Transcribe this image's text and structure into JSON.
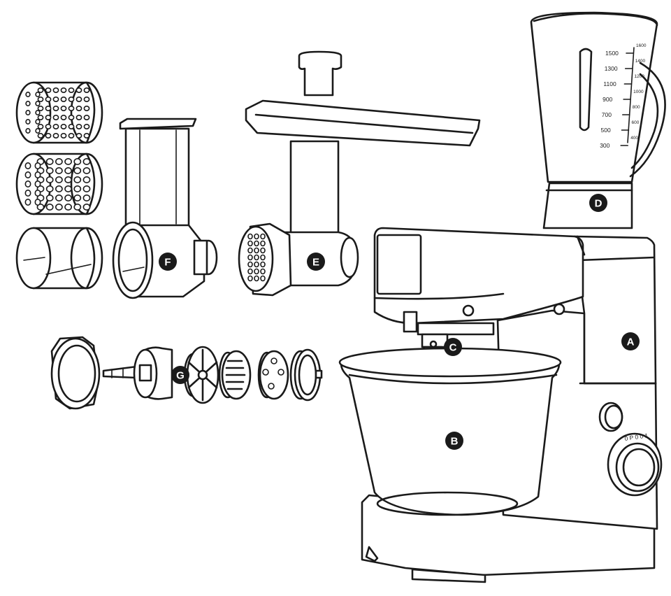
{
  "labels": {
    "A": "A",
    "B": "B",
    "C": "C",
    "D": "D",
    "E": "E",
    "F": "F",
    "G": "G"
  },
  "blender_scale": {
    "left_ticks": [
      "1500",
      "1300",
      "1100",
      "900",
      "700",
      "500",
      "300"
    ],
    "right_ticks": [
      "1600",
      "1400",
      "1200",
      "1000",
      "800",
      "600",
      "400"
    ]
  },
  "speed_dial_markings": "0 P 0 0 1"
}
